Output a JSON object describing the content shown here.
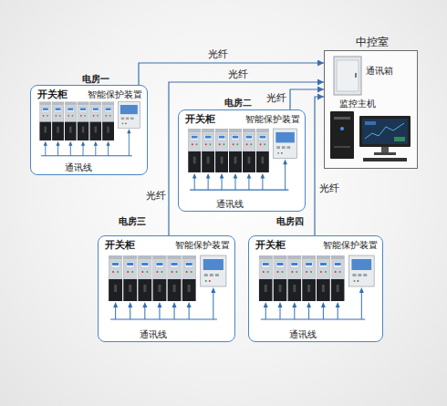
{
  "diagram": {
    "nodes": [
      {
        "text": [
          "中控室"
        ]
      },
      {
        "text": [
          "电房一",
          "开关柜",
          "智能保护装置",
          "通讯线"
        ]
      },
      {
        "text": [
          "电房二",
          "开关柜",
          "智能保护装置",
          "通讯线"
        ]
      },
      {
        "text": [
          "电房三",
          "开关柜",
          "智能保护装置",
          "通讯线"
        ]
      },
      {
        "text": [
          "电房四",
          "开关柜",
          "智能保护装置",
          "通讯线"
        ]
      }
    ],
    "edges": [
      {
        "from": 1,
        "to": 0,
        "label": "光纤",
        "arrow": "to"
      },
      {
        "from": 2,
        "to": 0,
        "label": "光纤",
        "arrow": "to"
      },
      {
        "from": 3,
        "to": 0,
        "label": "光纤",
        "arrow": "to"
      },
      {
        "from": 4,
        "to": 0,
        "label": "光纤",
        "arrow": "to"
      }
    ],
    "labels": [
      "通讯箱",
      "监控主机",
      "光纤"
    ]
  }
}
